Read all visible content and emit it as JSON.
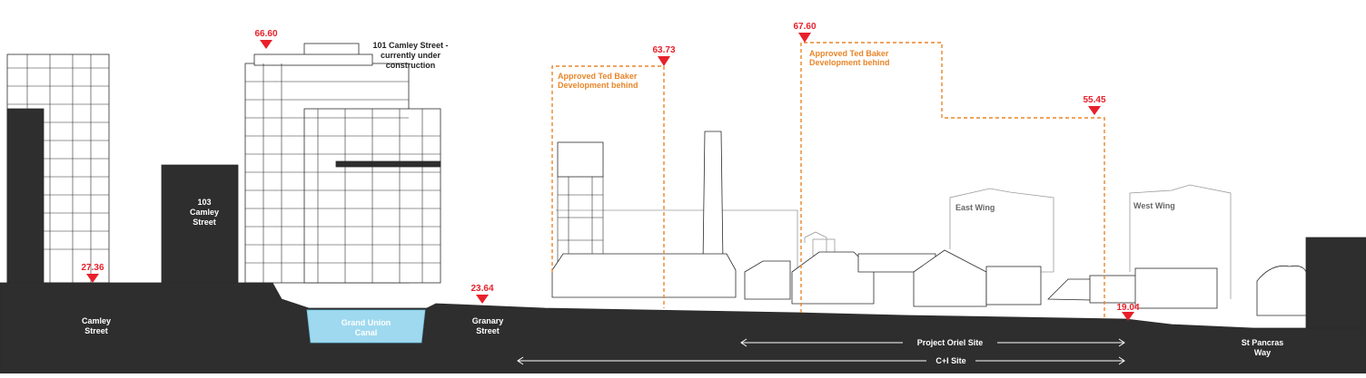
{
  "labels": {
    "camley_street": [
      "Camley",
      "Street"
    ],
    "camley_103": [
      "103",
      "Camley",
      "Street"
    ],
    "camley_101": [
      "101 Camley Street -",
      "currently under",
      "construction"
    ],
    "grand_union_canal": [
      "Grand Union",
      "Canal"
    ],
    "granary_street": [
      "Granary",
      "Street"
    ],
    "approved_ted_baker_1": [
      "Approved Ted Baker",
      "Development behind"
    ],
    "approved_ted_baker_2": [
      "Approved Ted Baker",
      "Development behind"
    ],
    "east_wing": "East Wing",
    "west_wing": "West Wing",
    "st_pancras_way": [
      "St Pancras",
      "Way"
    ],
    "project_oriel_site": "Project Oriel Site",
    "ci_site": "C+I Site"
  },
  "levels": [
    {
      "id": "level-camley-street",
      "value": "27.36"
    },
    {
      "id": "level-101-camley",
      "value": "66.60"
    },
    {
      "id": "level-granary-street",
      "value": "23.64"
    },
    {
      "id": "level-ted-baker-1",
      "value": "63.73"
    },
    {
      "id": "level-ted-baker-2",
      "value": "67.60"
    },
    {
      "id": "level-ted-baker-3",
      "value": "55.45"
    },
    {
      "id": "level-st-pancras",
      "value": "19.04"
    }
  ],
  "colors": {
    "ground": "#2e2e2e",
    "canal": "#9fd9ef",
    "level_marker": "#e8202a",
    "approved_outline": "#e8862a",
    "ghost_outline": "#9a9a9a"
  }
}
